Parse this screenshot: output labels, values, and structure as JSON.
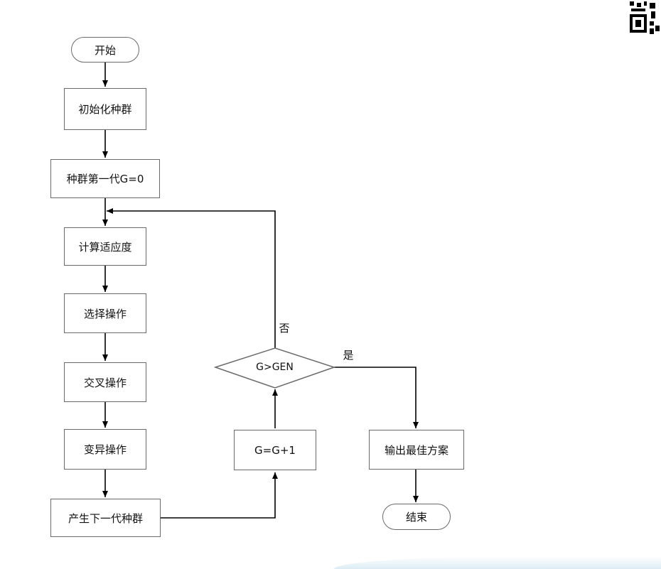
{
  "flowchart": {
    "start": "开始",
    "init_population": "初始化种群",
    "first_generation": "种群第一代G=0",
    "compute_fitness": "计算适应度",
    "selection": "选择操作",
    "crossover": "交叉操作",
    "mutation": "变异操作",
    "next_generation": "产生下一代种群",
    "increment": "G=G+1",
    "condition": "G>GEN",
    "no_label": "否",
    "yes_label": "是",
    "output_best": "输出最佳方案",
    "end": "结束"
  },
  "colors": {
    "stroke": "#000000",
    "box_border": "#6a6a6a",
    "text": "#111111"
  },
  "icons": {
    "corner_code": "qr-code-icon"
  }
}
